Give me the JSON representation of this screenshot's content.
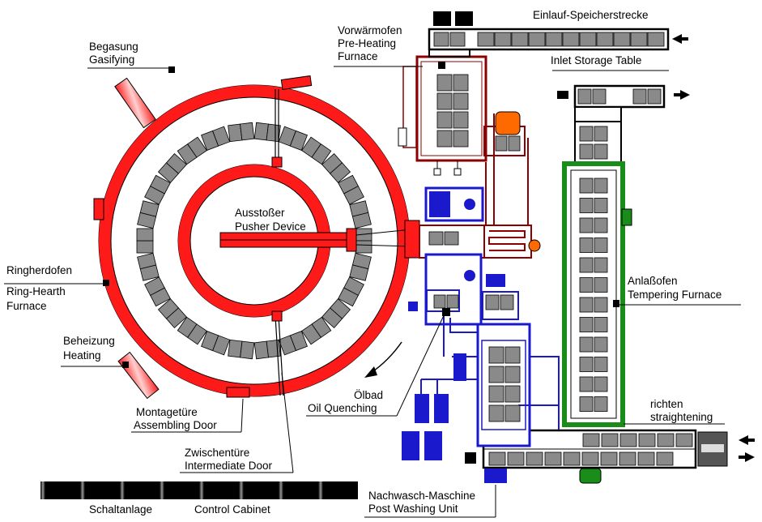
{
  "colors": {
    "red": "#ff1a1a",
    "red_dark": "#8b0000",
    "blue": "#1a1acc",
    "green": "#1a8c1a",
    "gray": "#8a8a8a",
    "black": "#000000"
  },
  "labels": {
    "gasifying_de": "Begasung",
    "gasifying_en": "Gasifying",
    "preheat_de": "Vorwärmofen",
    "preheat_en1": "Pre-Heating",
    "preheat_en2": "Furnace",
    "inlet_de": "Einlauf-Speicherstrecke",
    "inlet_en": "Inlet Storage Table",
    "pusher_de": "Ausstoßer",
    "pusher_en": "Pusher Device",
    "ringhearth_de": "Ringherdofen",
    "ringhearth_en1": "Ring-Hearth",
    "ringhearth_en2": "Furnace",
    "tempering_de": "Anlaßofen",
    "tempering_en": "Tempering Furnace",
    "heating_de": "Beheizung",
    "heating_en": "Heating",
    "oilbath_de": "Ölbad",
    "oilbath_en": "Oil Quenching",
    "assembly_de": "Montagetüre",
    "assembly_en": "Assembling Door",
    "straight_de": "richten",
    "straight_en": "straightening",
    "intermediate_de": "Zwischentüre",
    "intermediate_en": "Intermediate Door",
    "control_de": "Schaltanlage",
    "control_en": "Control Cabinet",
    "postwash_de": "Nachwasch-Maschine",
    "postwash_en": "Post Washing Unit"
  },
  "icons": [
    "arrow-in-icon",
    "arrow-out-icon",
    "rotation-arrow-icon"
  ]
}
